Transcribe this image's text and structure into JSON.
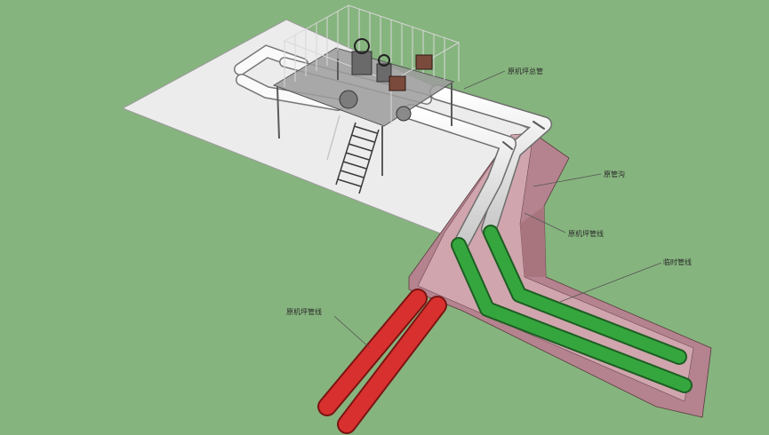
{
  "labels": {
    "main_pipe": "原机坪总管",
    "pipe_trench": "原管沟",
    "orig_pipeline_white": "原机坪管线",
    "temporary_pipeline": "临时管线",
    "orig_pipeline_red": "原机坪管线"
  },
  "colors": {
    "background": "#86b47e",
    "slab": "#ececec",
    "trench": "#c69aa4",
    "pipe_white": "#ffffff",
    "pipe_green": "#2f9a38",
    "pipe_red": "#d8302e",
    "leader": "#555555"
  }
}
